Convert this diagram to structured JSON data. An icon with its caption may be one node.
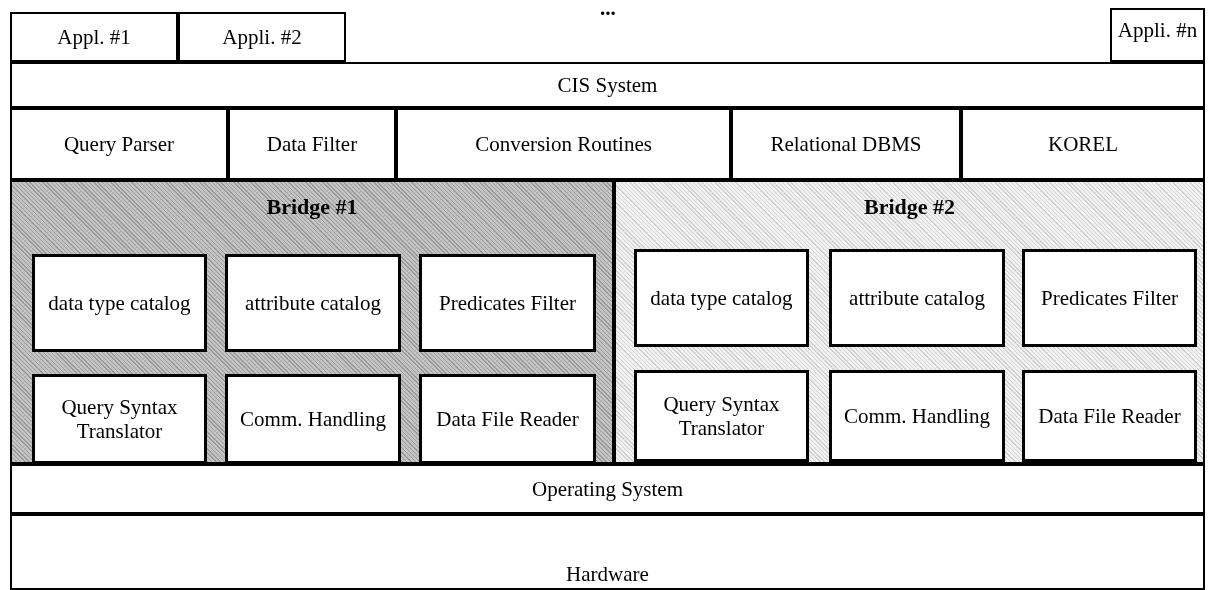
{
  "diagram": {
    "nodes": [
      {
        "text": [
          "Appl. #1"
        ]
      },
      {
        "text": [
          "Appli. #2"
        ]
      },
      {
        "text": [
          "Appli. #n"
        ]
      },
      {
        "text": [
          "CIS System"
        ]
      },
      {
        "text": [
          "Query Parser"
        ]
      },
      {
        "text": [
          "Data Filter"
        ]
      },
      {
        "text": [
          "Conversion Routines"
        ]
      },
      {
        "text": [
          "Relational DBMS"
        ]
      },
      {
        "text": [
          "KOREL"
        ]
      },
      {
        "text": [
          "Bridge #1"
        ]
      },
      {
        "text": [
          "data type catalog"
        ],
        "in": 9
      },
      {
        "text": [
          "attribute catalog"
        ],
        "in": 9
      },
      {
        "text": [
          "Predicates Filter"
        ],
        "in": 9
      },
      {
        "text": [
          "Query Syntax Translator"
        ],
        "in": 9
      },
      {
        "text": [
          "Comm. Handling"
        ],
        "in": 9
      },
      {
        "text": [
          "Data File Reader"
        ],
        "in": 9
      },
      {
        "text": [
          "Bridge #2"
        ]
      },
      {
        "text": [
          "data type catalog"
        ],
        "in": 16
      },
      {
        "text": [
          "attribute catalog"
        ],
        "in": 16
      },
      {
        "text": [
          "Predicates Filter"
        ],
        "in": 16
      },
      {
        "text": [
          "Query Syntax Translator"
        ],
        "in": 16
      },
      {
        "text": [
          "Comm. Handling"
        ],
        "in": 16
      },
      {
        "text": [
          "Data File Reader"
        ],
        "in": 16
      },
      {
        "text": [
          "Operating System"
        ]
      },
      {
        "text": [
          "Hardware"
        ]
      }
    ],
    "labels": [
      "..."
    ]
  }
}
